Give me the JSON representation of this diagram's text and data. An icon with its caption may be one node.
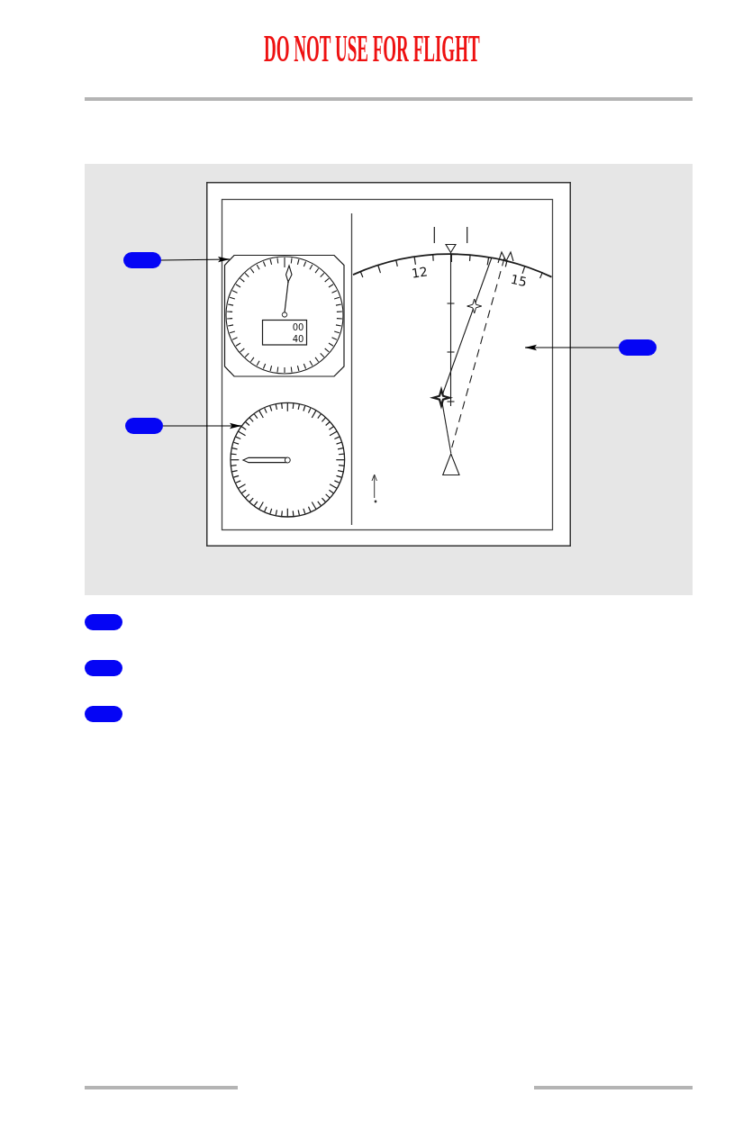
{
  "diagram": {
    "title": "DO NOT USE FOR FLIGHT",
    "nodes": [
      {
        "text": [],
        "shape": "box"
      },
      {
        "text": [],
        "shape": "picture"
      },
      {
        "text": [],
        "shape": "box"
      },
      {
        "text": [],
        "shape": "picture"
      },
      {
        "text": [],
        "shape": "box"
      },
      {
        "text": [],
        "shape": "picture"
      },
      {
        "text": [],
        "shape": "box"
      },
      {
        "text": [],
        "shape": "box"
      },
      {
        "text": [],
        "shape": "box"
      }
    ],
    "edges": [
      {
        "from": 0,
        "to": 1,
        "arrow": "to"
      },
      {
        "from": 2,
        "to": 3,
        "arrow": "to"
      },
      {
        "from": 4,
        "to": 5,
        "arrow": "to"
      }
    ],
    "labels": [
      "12",
      "15",
      "00",
      "40"
    ]
  }
}
